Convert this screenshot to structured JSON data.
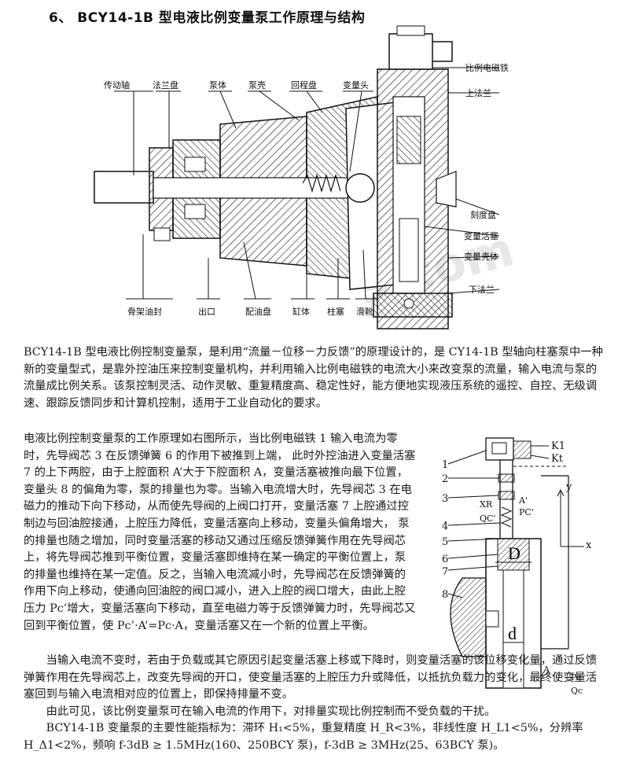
{
  "title": "6、 BCY14-1B 型电液比例变量泵工作原理与结构",
  "figure1": {
    "labels_top": [
      "传动轴",
      "法兰盘",
      "泵体",
      "泵壳",
      "回程盘",
      "变量头"
    ],
    "labels_right": [
      "比例电磁铁",
      "上法兰",
      "刻度盘",
      "变量活塞",
      "变量壳体",
      "下法兰"
    ],
    "labels_bottom": [
      "骨架油封",
      "出口",
      "配油盘",
      "缸体",
      "柱塞",
      "滑靴"
    ],
    "watermark": "9.com"
  },
  "paragraphs": {
    "intro": "BCY14-1B 型电液比例控制变量泵，是利用“流量－位移－力反馈”的原理设计的，是 CY14-1B 型轴向柱塞泵中一种新的变量型式，是靠外控油压来控制变量机构，并利用输入比例电磁铁的电流大小来改变泵的流量，输入电流与泵的流量成比例关系。该泵控制灵活、动作灵敏、重复精度高、稳定性好，能方便地实现液压系统的遥控、自控、无级调速、跟踪反馈同步和计算机控制，适用于工业自动化的要求。",
    "principle": "电液比例控制变量泵的工作原理如右图所示，当比例电磁铁 1 输入电流为零时，先导阀芯 3 在反馈弹簧 6 的作用下被推到上端， 此时外控油进入变量活塞 7 的上下两腔，由于上腔面积 A’大于下腔面积 A，变量活塞被推向最下位置，变量头 8 的偏角为零，泵的排量也为零。当输入电流增大时，先导阀芯 3 在电磁力的推动下向下移动，从而使先导阀的上阀口打开，变量活塞 7 上腔通过控制边与回油腔接通，上腔压力降低，变量活塞向上移动，变量头偏角增大， 泵的排量也随之增加，同时变量活塞的移动又通过压缩反馈弹簧作用在先导阀芯上，将先导阀芯推到平衡位置，变量活塞即维持在某一确定的平衡位置上，泵的排量也维持在某一定值。反之，当输入电流减小时，先导阀芯在反馈弹簧的作用下向上移动，使通向回油腔的阀口减小，进入上腔的阀口增大，由此上腔压力 Pc’增大，变量活塞向下移动，直至电磁力等于反馈弹簧力时，先导阀芯又回到平衡位置，使 Pc’·A’=Pc·A，变量活塞又在一个新的位置上平衡。",
    "constant": "当输入电流不变时，若由于负载或其它原因引起变量活塞上移或下降时，则变量活塞的该位移变化量，通过反馈弹簧作用在先导阀芯上，改变先导阀的开口，使变量活塞的上腔压力升或降低，以抵抗负载力的变化，最终使变量活塞回到与输入电流相对应的位置上，即保持排量不变。",
    "conclusion": "由此可见，该比例变量泵可在输入电流的作用下，对排量实现比例控制而不受负载的干扰。",
    "specs": "BCY14-1B 变量泵的主要性能指标为：滞环 H₁<5%，重复精度 H_R<3%，非线性度 H_L1<5%，分辨率 H_Δ1<2%，频响 f-3dB ≥ 1.5MHz(160、250BCY 泵)，f-3dB ≥ 3MHz(25、63BCY 泵)。"
  },
  "figure2": {
    "numbers": [
      "1",
      "2",
      "3",
      "4",
      "5",
      "6",
      "7",
      "8"
    ],
    "labels": [
      "K1",
      "Kt",
      "XR",
      "A'",
      "PC'",
      "QC'",
      "y",
      "x",
      "D",
      "d",
      "A",
      "Pc",
      "Qc"
    ]
  }
}
